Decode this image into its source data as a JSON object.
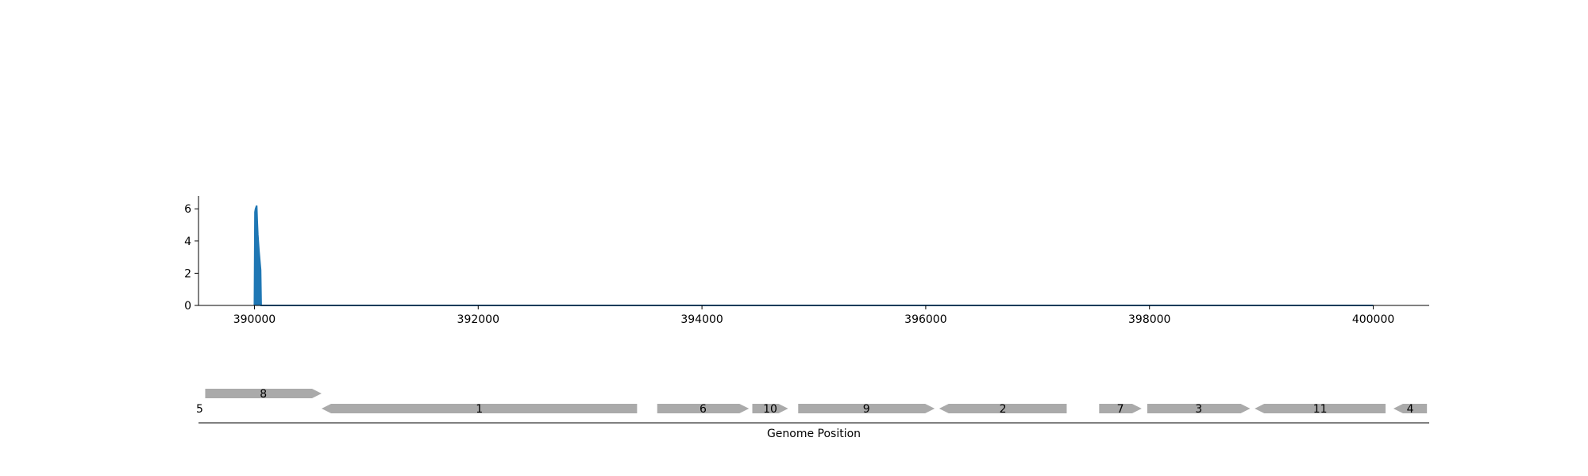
{
  "chart_data": [
    {
      "type": "area",
      "title": "",
      "xlabel": "",
      "ylabel": "",
      "xlim": [
        389500,
        400500
      ],
      "ylim": [
        0,
        6.8
      ],
      "xticks": [
        390000,
        392000,
        394000,
        396000,
        398000,
        400000
      ],
      "xtick_labels": [
        "390000",
        "392000",
        "394000",
        "396000",
        "398000",
        "400000"
      ],
      "yticks": [
        0,
        2,
        4,
        6
      ],
      "ytick_labels": [
        "0",
        "2",
        "4",
        "6"
      ],
      "series_color": "#1f77b4",
      "grid": false,
      "x": [
        390000,
        390005,
        390010,
        390015,
        390020,
        390025,
        390030,
        390035,
        390040,
        390045,
        390050,
        390055,
        390060,
        390065,
        390070,
        400000
      ],
      "y": [
        0,
        5.8,
        6.0,
        6.1,
        6.2,
        5.2,
        4.4,
        3.9,
        3.4,
        3.0,
        2.6,
        2.2,
        0.0,
        0.0,
        0.0,
        0.0
      ]
    },
    {
      "type": "gene-track",
      "xlabel": "Genome Position",
      "gene_color": "#aaaaaa",
      "genes": [
        {
          "label": "5",
          "start": 389500,
          "end": 389520,
          "strand": "+",
          "row": 0
        },
        {
          "label": "8",
          "start": 389560,
          "end": 390600,
          "strand": "+",
          "row": 1
        },
        {
          "label": "1",
          "start": 390600,
          "end": 393420,
          "strand": "-",
          "row": 0
        },
        {
          "label": "6",
          "start": 393600,
          "end": 394420,
          "strand": "+",
          "row": 0
        },
        {
          "label": "10",
          "start": 394450,
          "end": 394770,
          "strand": "+",
          "row": 0
        },
        {
          "label": "9",
          "start": 394860,
          "end": 396080,
          "strand": "+",
          "row": 0
        },
        {
          "label": "2",
          "start": 396120,
          "end": 397260,
          "strand": "-",
          "row": 0
        },
        {
          "label": "7",
          "start": 397550,
          "end": 397930,
          "strand": "+",
          "row": 0
        },
        {
          "label": "3",
          "start": 397980,
          "end": 398900,
          "strand": "+",
          "row": 0
        },
        {
          "label": "11",
          "start": 398940,
          "end": 400110,
          "strand": "-",
          "row": 0
        },
        {
          "label": "4",
          "start": 400180,
          "end": 400480,
          "strand": "-",
          "row": 0
        }
      ]
    }
  ]
}
